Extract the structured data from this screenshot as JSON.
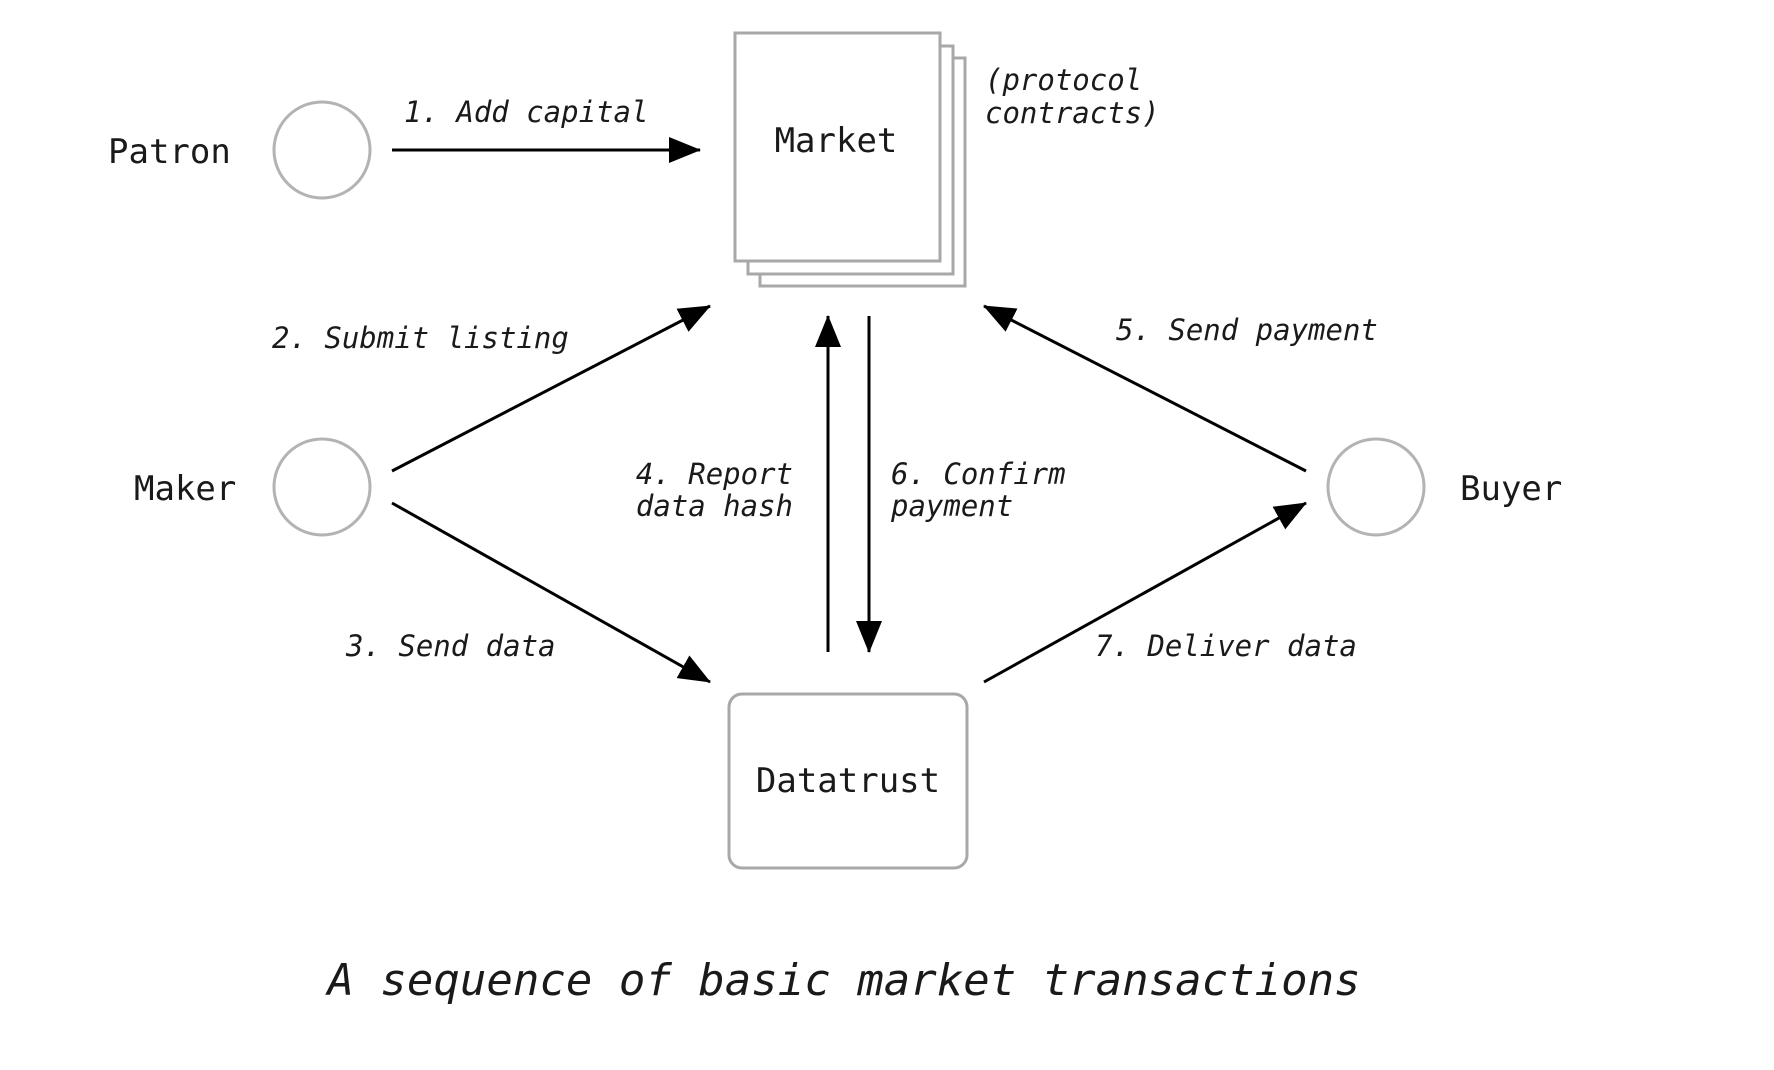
{
  "actors": {
    "patron": "Patron",
    "maker": "Maker",
    "buyer": "Buyer"
  },
  "market": {
    "label": "Market",
    "note_line1": "(protocol",
    "note_line2": "contracts)"
  },
  "datatrust": {
    "label": "Datatrust"
  },
  "steps": {
    "add_capital": "1. Add capital",
    "submit_listing": "2. Submit listing",
    "send_data": "3. Send data",
    "report_hash_line1": "4. Report",
    "report_hash_line2": "data hash",
    "send_payment": "5. Send payment",
    "confirm_payment_line1": "6. Confirm",
    "confirm_payment_line2": "payment",
    "deliver_data": "7. Deliver data"
  },
  "caption": "A sequence of basic market transactions",
  "colors": {
    "outline": "#a8a8a8",
    "arrow": "#000000",
    "text": "#1a1a1a"
  }
}
